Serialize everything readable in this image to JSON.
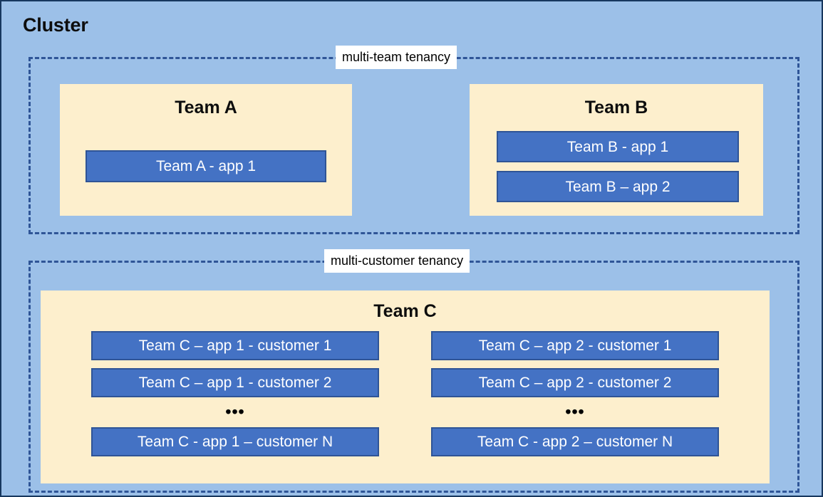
{
  "diagram": {
    "title": "Cluster",
    "colors": {
      "cluster_background": "#9CC0E8",
      "cluster_border": "#17375E",
      "tenancy_border": "#2F5597",
      "team_background": "#FDEFCD",
      "app_fill": "#4472C4",
      "app_border": "#2F5496",
      "app_text": "#FFFFFF",
      "label_background": "#FFFFFF"
    },
    "groups": [
      {
        "label": "multi-team tenancy",
        "teams": [
          {
            "name": "Team A",
            "apps": [
              "Team A - app 1"
            ]
          },
          {
            "name": "Team B",
            "apps": [
              "Team B - app 1",
              "Team B – app 2"
            ]
          }
        ]
      },
      {
        "label": "multi-customer tenancy",
        "teams": [
          {
            "name": "Team C",
            "columns": [
              {
                "apps": [
                  "Team C – app 1 - customer 1",
                  "Team C – app 1 - customer 2"
                ],
                "ellipsis": "•••",
                "last_app": "Team C - app 1 – customer N"
              },
              {
                "apps": [
                  "Team C – app 2 - customer 1",
                  "Team C – app 2 - customer 2"
                ],
                "ellipsis": "•••",
                "last_app": "Team C - app 2 – customer N"
              }
            ]
          }
        ]
      }
    ]
  }
}
